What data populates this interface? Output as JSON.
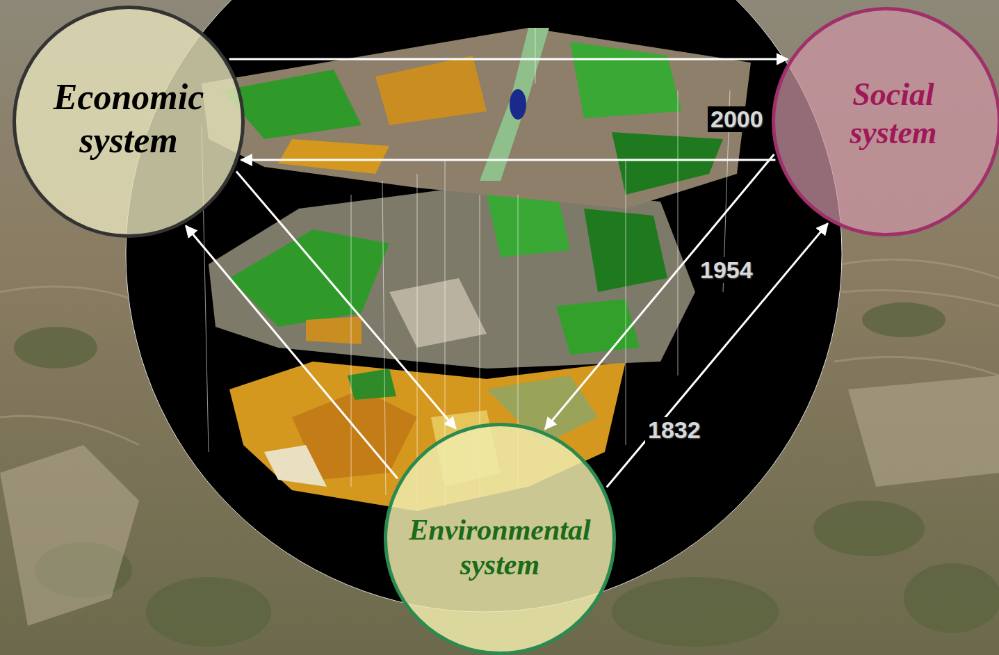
{
  "diagram": {
    "nodes": [
      {
        "text": [
          "Economic system"
        ]
      },
      {
        "text": [
          "Social system"
        ]
      },
      {
        "text": [
          "Environmental system"
        ]
      }
    ],
    "edges": [
      {
        "from": 0,
        "to": 1,
        "arrow": "to"
      },
      {
        "from": 1,
        "to": 0,
        "arrow": "to"
      },
      {
        "from": 0,
        "to": 2,
        "arrow": "to"
      },
      {
        "from": 2,
        "to": 0,
        "arrow": "to"
      },
      {
        "from": 1,
        "to": 2,
        "arrow": "to"
      },
      {
        "from": 2,
        "to": 1,
        "arrow": "to"
      }
    ],
    "labels": [
      "2000",
      "1954",
      "1832"
    ]
  }
}
